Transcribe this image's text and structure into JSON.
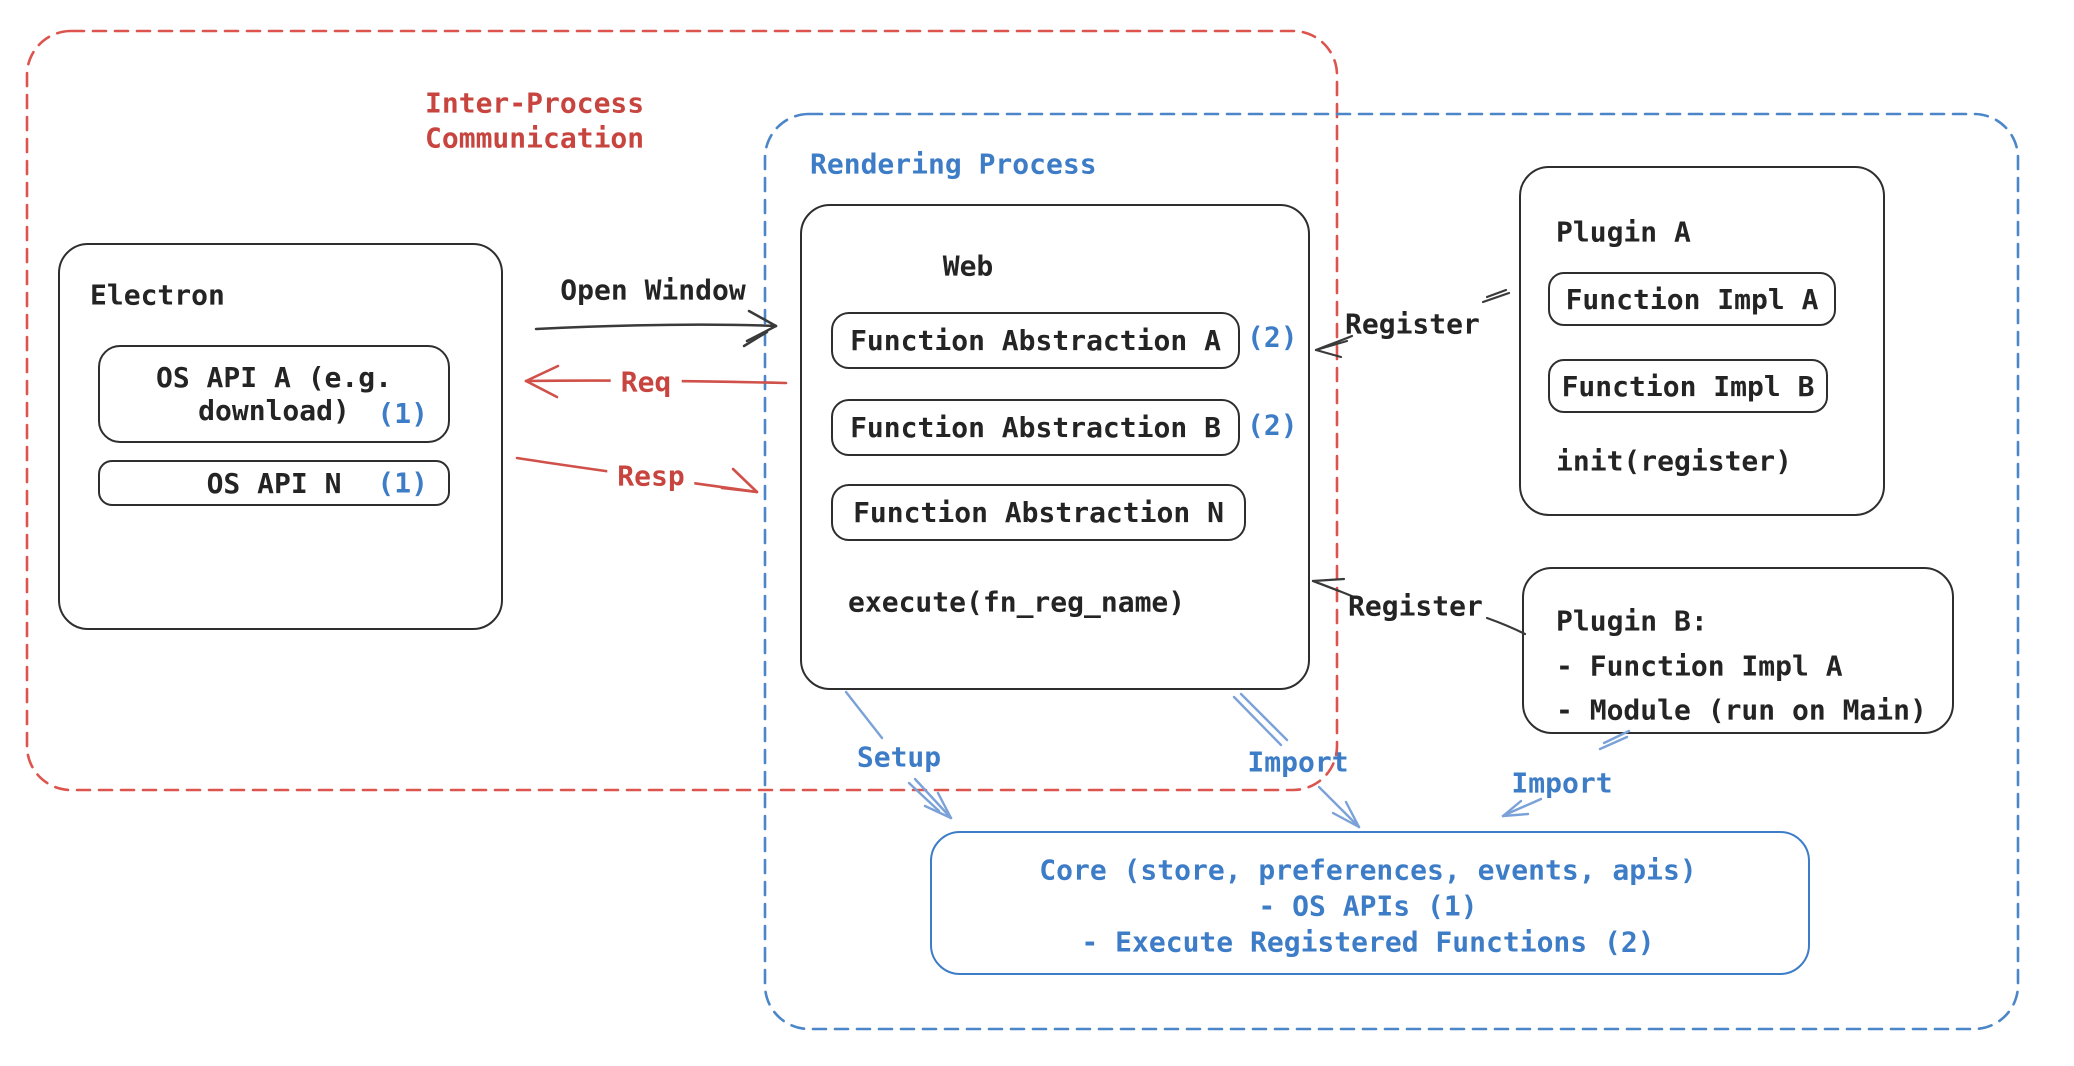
{
  "colors": {
    "red_accent": "#c8453f",
    "blue_accent": "#3d7cc6",
    "arrow_blue": "#7ba2d8",
    "ink_black": "#2e2e2e"
  },
  "ipc": {
    "label_line1": "Inter-Process",
    "label_line2": "Communication"
  },
  "rendering": {
    "label": "Rendering Process"
  },
  "electron": {
    "title": "Electron",
    "api_a_line1": "OS API A (e.g.",
    "api_a_line2": "download)",
    "api_a_badge": "(1)",
    "api_n_label": "OS API N",
    "api_n_badge": "(1)"
  },
  "web": {
    "title": "Web",
    "fn_abstraction_a": "Function Abstraction A",
    "fn_abstraction_a_badge": "(2)",
    "fn_abstraction_b": "Function Abstraction B",
    "fn_abstraction_b_badge": "(2)",
    "fn_abstraction_n": "Function Abstraction N",
    "execute_label": "execute(fn_reg_name)"
  },
  "plugin_a": {
    "title": "Plugin A",
    "impl_a": "Function Impl A",
    "impl_b": "Function Impl B",
    "init_label": "init(register)"
  },
  "plugin_b": {
    "title": "Plugin B:",
    "item1": "- Function Impl A",
    "item2": "- Module (run on Main)"
  },
  "core": {
    "line1": "Core (store, preferences, events, apis)",
    "line2": "- OS APIs (1)",
    "line3": "- Execute Registered Functions (2)"
  },
  "arrows": {
    "open_window": "Open Window",
    "req": "Req",
    "resp": "Resp",
    "register_top": "Register",
    "register_bottom": "Register",
    "setup": "Setup",
    "import_from_web": "Import",
    "import_from_plugin": "Import"
  }
}
